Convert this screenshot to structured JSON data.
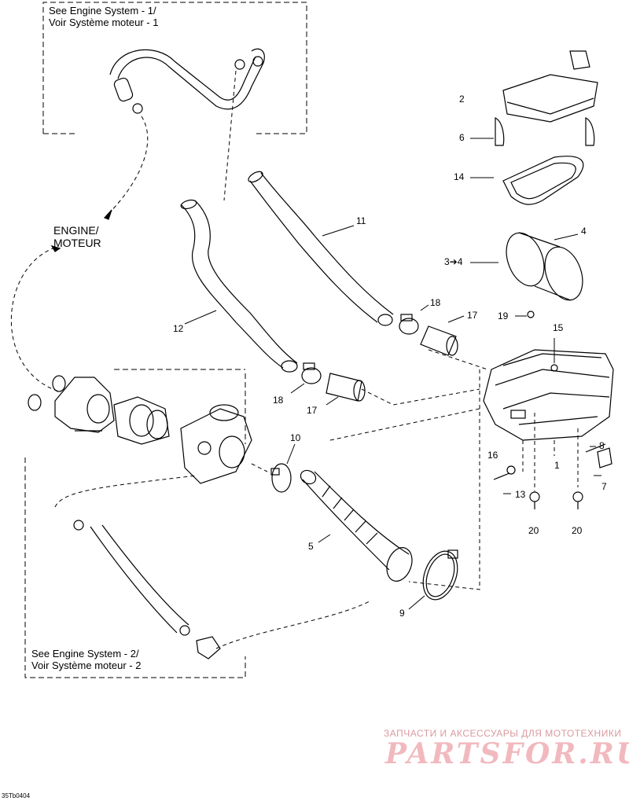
{
  "references": {
    "engine_system_1": {
      "line1": "See Engine System - 1/",
      "line2": "Voir Système moteur - 1"
    },
    "engine_moteur": {
      "line1": "ENGINE/",
      "line2": "MOTEUR"
    },
    "engine_system_2": {
      "line1": "See Engine System - 2/",
      "line2": "Voir Système moteur - 2"
    }
  },
  "callouts": {
    "c2": "2",
    "c6": "6",
    "c14": "14",
    "c4": "4",
    "c3to4": "3➔4",
    "c11": "11",
    "c12": "12",
    "c18a": "18",
    "c17a": "17",
    "c19": "19",
    "c15": "15",
    "c18b": "18",
    "c17b": "17",
    "c10": "10",
    "c16": "16",
    "c1": "1",
    "c8": "8",
    "c7": "7",
    "c13": "13",
    "c20a": "20",
    "c20b": "20",
    "c5": "5",
    "c9": "9"
  },
  "watermark": {
    "caption": "ЗАПЧАСТИ И АКСЕССУАРЫ ДЛЯ МОТОТЕХНИКИ",
    "brand": "PARTSFOR.RU"
  },
  "diagram_code": "35Tb0404"
}
